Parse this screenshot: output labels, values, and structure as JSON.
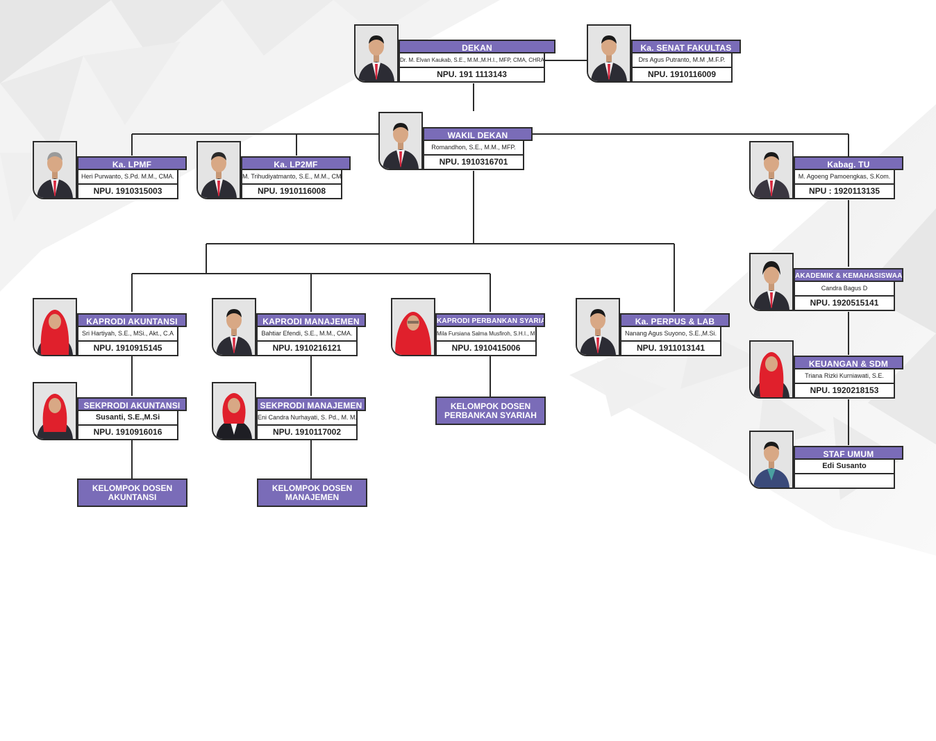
{
  "colors": {
    "accent": "#7a6cb8",
    "border": "#2b2b2b",
    "tie": "#d7263d",
    "hijab": "#e0202c"
  },
  "nodes": {
    "dekan": {
      "title": "DEKAN",
      "name": "Dr. M. Elvan Kaukab, S.E., M.M.,M.H.I., MFP, CMA, CHRA, CRBC.",
      "npu": "NPU. 191 1113143"
    },
    "senat": {
      "title": "Ka. SENAT FAKULTAS",
      "name": "Drs Agus Putranto, M.M ,M.F.P.",
      "npu": "NPU. 1910116009"
    },
    "wakil": {
      "title": "WAKIL DEKAN",
      "name": "Romandhon, S.E., M.M., MFP.",
      "npu": "NPU. 1910316701"
    },
    "lpmf": {
      "title": "Ka. LPMF",
      "name": "Heri Purwanto, S.Pd. M.M., CMA.",
      "npu": "NPU. 1910315003"
    },
    "lp2mf": {
      "title": "Ka. LP2MF",
      "name": "M. Trihudiyatmanto, S.E., M.M., CMA.",
      "npu": "NPU. 1910116008"
    },
    "kabag": {
      "title": "Kabag. TU",
      "name": "M. Agoeng Pamoengkas, S.Kom.",
      "npu": "NPU : 1920113135"
    },
    "akademik": {
      "title": "AKADEMIK & KEMAHASISWAAN",
      "name": "Candra Bagus D",
      "npu": "NPU. 1920515141"
    },
    "keuangan": {
      "title": "KEUANGAN & SDM",
      "name": "Triana Rizki Kurniawati, S.E.",
      "npu": "NPU. 1920218153"
    },
    "staf": {
      "title": "STAF UMUM",
      "name": "Edi Susanto",
      "npu": ""
    },
    "kap_akun": {
      "title": "KAPRODI AKUNTANSI",
      "name": "Sri Hartiyah, S.E., MSi., Akt., C.A",
      "npu": "NPU. 1910915145"
    },
    "kap_man": {
      "title": "KAPRODI MANAJEMEN",
      "name": "Bahtiar Efendi, S.E., M.M., CMA.",
      "npu": "NPU. 1910216121"
    },
    "kap_perb": {
      "title": "KAPRODI PERBANKAN SYARIAH",
      "name": "Mila Fursiana Salma Musfiroh, S.H.I., M.S.I",
      "npu": "NPU. 1910415006"
    },
    "perpus": {
      "title": "Ka. PERPUS & LAB",
      "name": "Nanang Agus Suyono, S.E.,M.Si.",
      "npu": "NPU. 1911013141"
    },
    "sek_akun": {
      "title": "SEKPRODI AKUNTANSI",
      "name": "Susanti, S.E.,M.Si",
      "npu": "NPU. 1910916016"
    },
    "sek_man": {
      "title": "SEKPRODI MANAJEMEN",
      "name": "Eni Candra Nurhayati, S. Pd., M. M. Pd",
      "npu": "NPU. 1910117002"
    }
  },
  "groups": {
    "dosen_akun": {
      "line1": "KELOMPOK DOSEN",
      "line2": "AKUNTANSI"
    },
    "dosen_man": {
      "line1": "KELOMPOK DOSEN",
      "line2": "MANAJEMEN"
    },
    "dosen_perb": {
      "line1": "KELOMPOK DOSEN",
      "line2": "PERBANKAN SYARIAH"
    }
  }
}
